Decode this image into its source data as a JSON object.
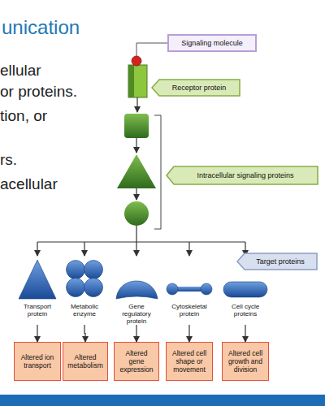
{
  "diagram": {
    "title": "unication",
    "nodes": [
      {
        "text": [
          "Signaling molecule"
        ]
      },
      {
        "text": [
          "Receptor protein"
        ]
      },
      {
        "text": [
          "Intracellular signaling proteins"
        ]
      },
      {
        "text": [
          "Target proteins"
        ]
      },
      {
        "text": [
          "Transport protein"
        ]
      },
      {
        "text": [
          "Metabolic enzyme"
        ]
      },
      {
        "text": [
          "Gene regulatory protein"
        ]
      },
      {
        "text": [
          "Cytoskeletal protein"
        ]
      },
      {
        "text": [
          "Cell cycle proteins"
        ]
      },
      {
        "text": [
          "Altered ion transport"
        ]
      },
      {
        "text": [
          "Altered metabolism"
        ]
      },
      {
        "text": [
          "Altered gene expression"
        ]
      },
      {
        "text": [
          "Altered cell shape or movement"
        ]
      },
      {
        "text": [
          "Altered cell growth and division"
        ]
      }
    ],
    "edges": [
      {
        "from": 4,
        "to": 9,
        "arrow": "to"
      },
      {
        "from": 5,
        "to": 10,
        "arrow": "to"
      },
      {
        "from": 6,
        "to": 11,
        "arrow": "to"
      },
      {
        "from": 7,
        "to": 12,
        "arrow": "to"
      },
      {
        "from": 8,
        "to": 13,
        "arrow": "to"
      }
    ],
    "labels": [
      "ellular",
      "or proteins.",
      "tion, or",
      "rs.",
      "acellular"
    ]
  }
}
